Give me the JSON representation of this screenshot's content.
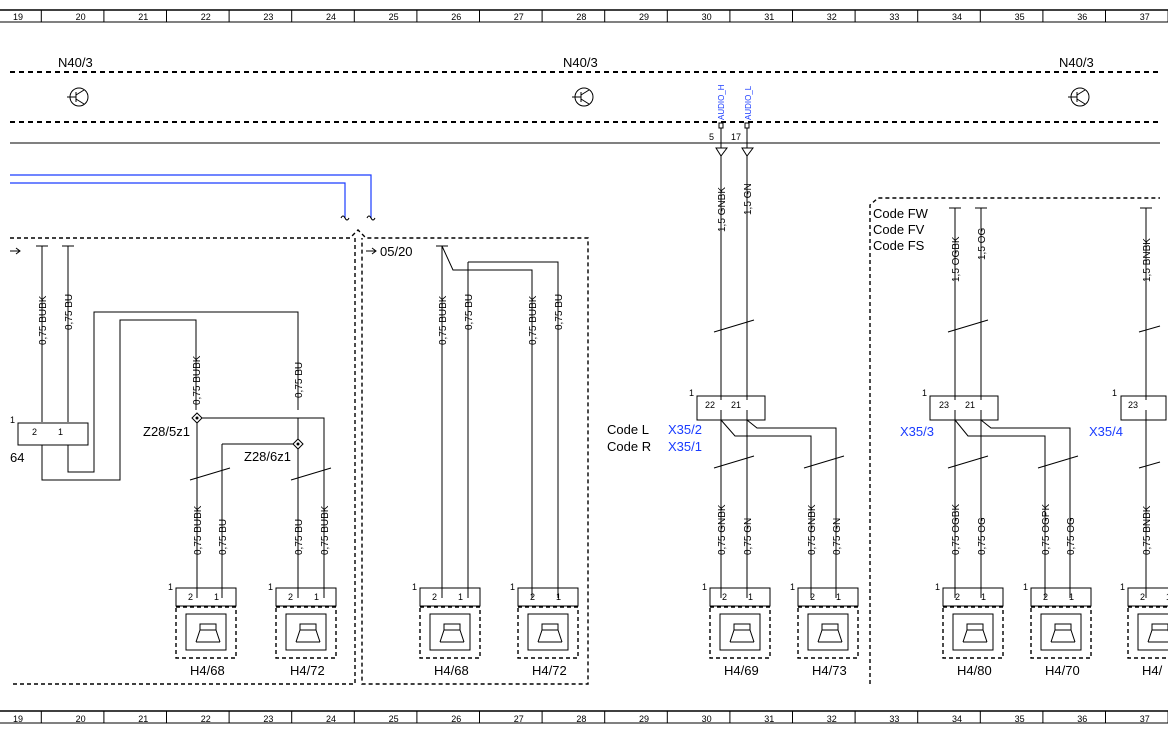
{
  "grid_columns": [
    "19",
    "20",
    "21",
    "22",
    "23",
    "24",
    "25",
    "26",
    "27",
    "28",
    "29",
    "30",
    "31",
    "32",
    "33",
    "34",
    "35",
    "36",
    "37"
  ],
  "control_units": [
    "N40/3",
    "N40/3",
    "N40/3"
  ],
  "signals": {
    "audio_h": "AUDIO_H",
    "audio_l": "AUDIO_L",
    "pin_h": "5",
    "pin_l": "17"
  },
  "cross_refs": {
    "left_arrow": "05/20",
    "left_partial": "64"
  },
  "codes": {
    "middle": [
      "Code L",
      "Code R"
    ],
    "right": [
      "Code FW",
      "Code FV",
      "Code FS"
    ]
  },
  "connectors": {
    "x35_2": "X35/2",
    "x35_1": "X35/1",
    "x35_3": "X35/3",
    "x35_4": "X35/4",
    "z28_5z1": "Z28/5z1",
    "z28_6z1": "Z28/6z1"
  },
  "pins": {
    "p1": "1",
    "p2": "2",
    "p21": "21",
    "p22": "22",
    "p23": "23"
  },
  "wires": {
    "bubk": "0,75 BUBK",
    "bu": "0,75 BU",
    "gnbk15": "1,5 GNBK",
    "gn15": "1,5 GN",
    "ogbk15": "1,5 OGBK",
    "og15": "1,5 OG",
    "bnbk15": "1,5 BNBK",
    "gnbk": "0,75 GNBK",
    "gn": "0,75 GN",
    "ogbk": "0,75 OGBK",
    "og": "0,75 OG",
    "ogpk": "0,75 OGPK",
    "bnbk": "0,75 BNBK"
  },
  "speakers": [
    "H4/68",
    "H4/72",
    "H4/68",
    "H4/72",
    "H4/69",
    "H4/73",
    "H4/80",
    "H4/70",
    "H4/"
  ]
}
